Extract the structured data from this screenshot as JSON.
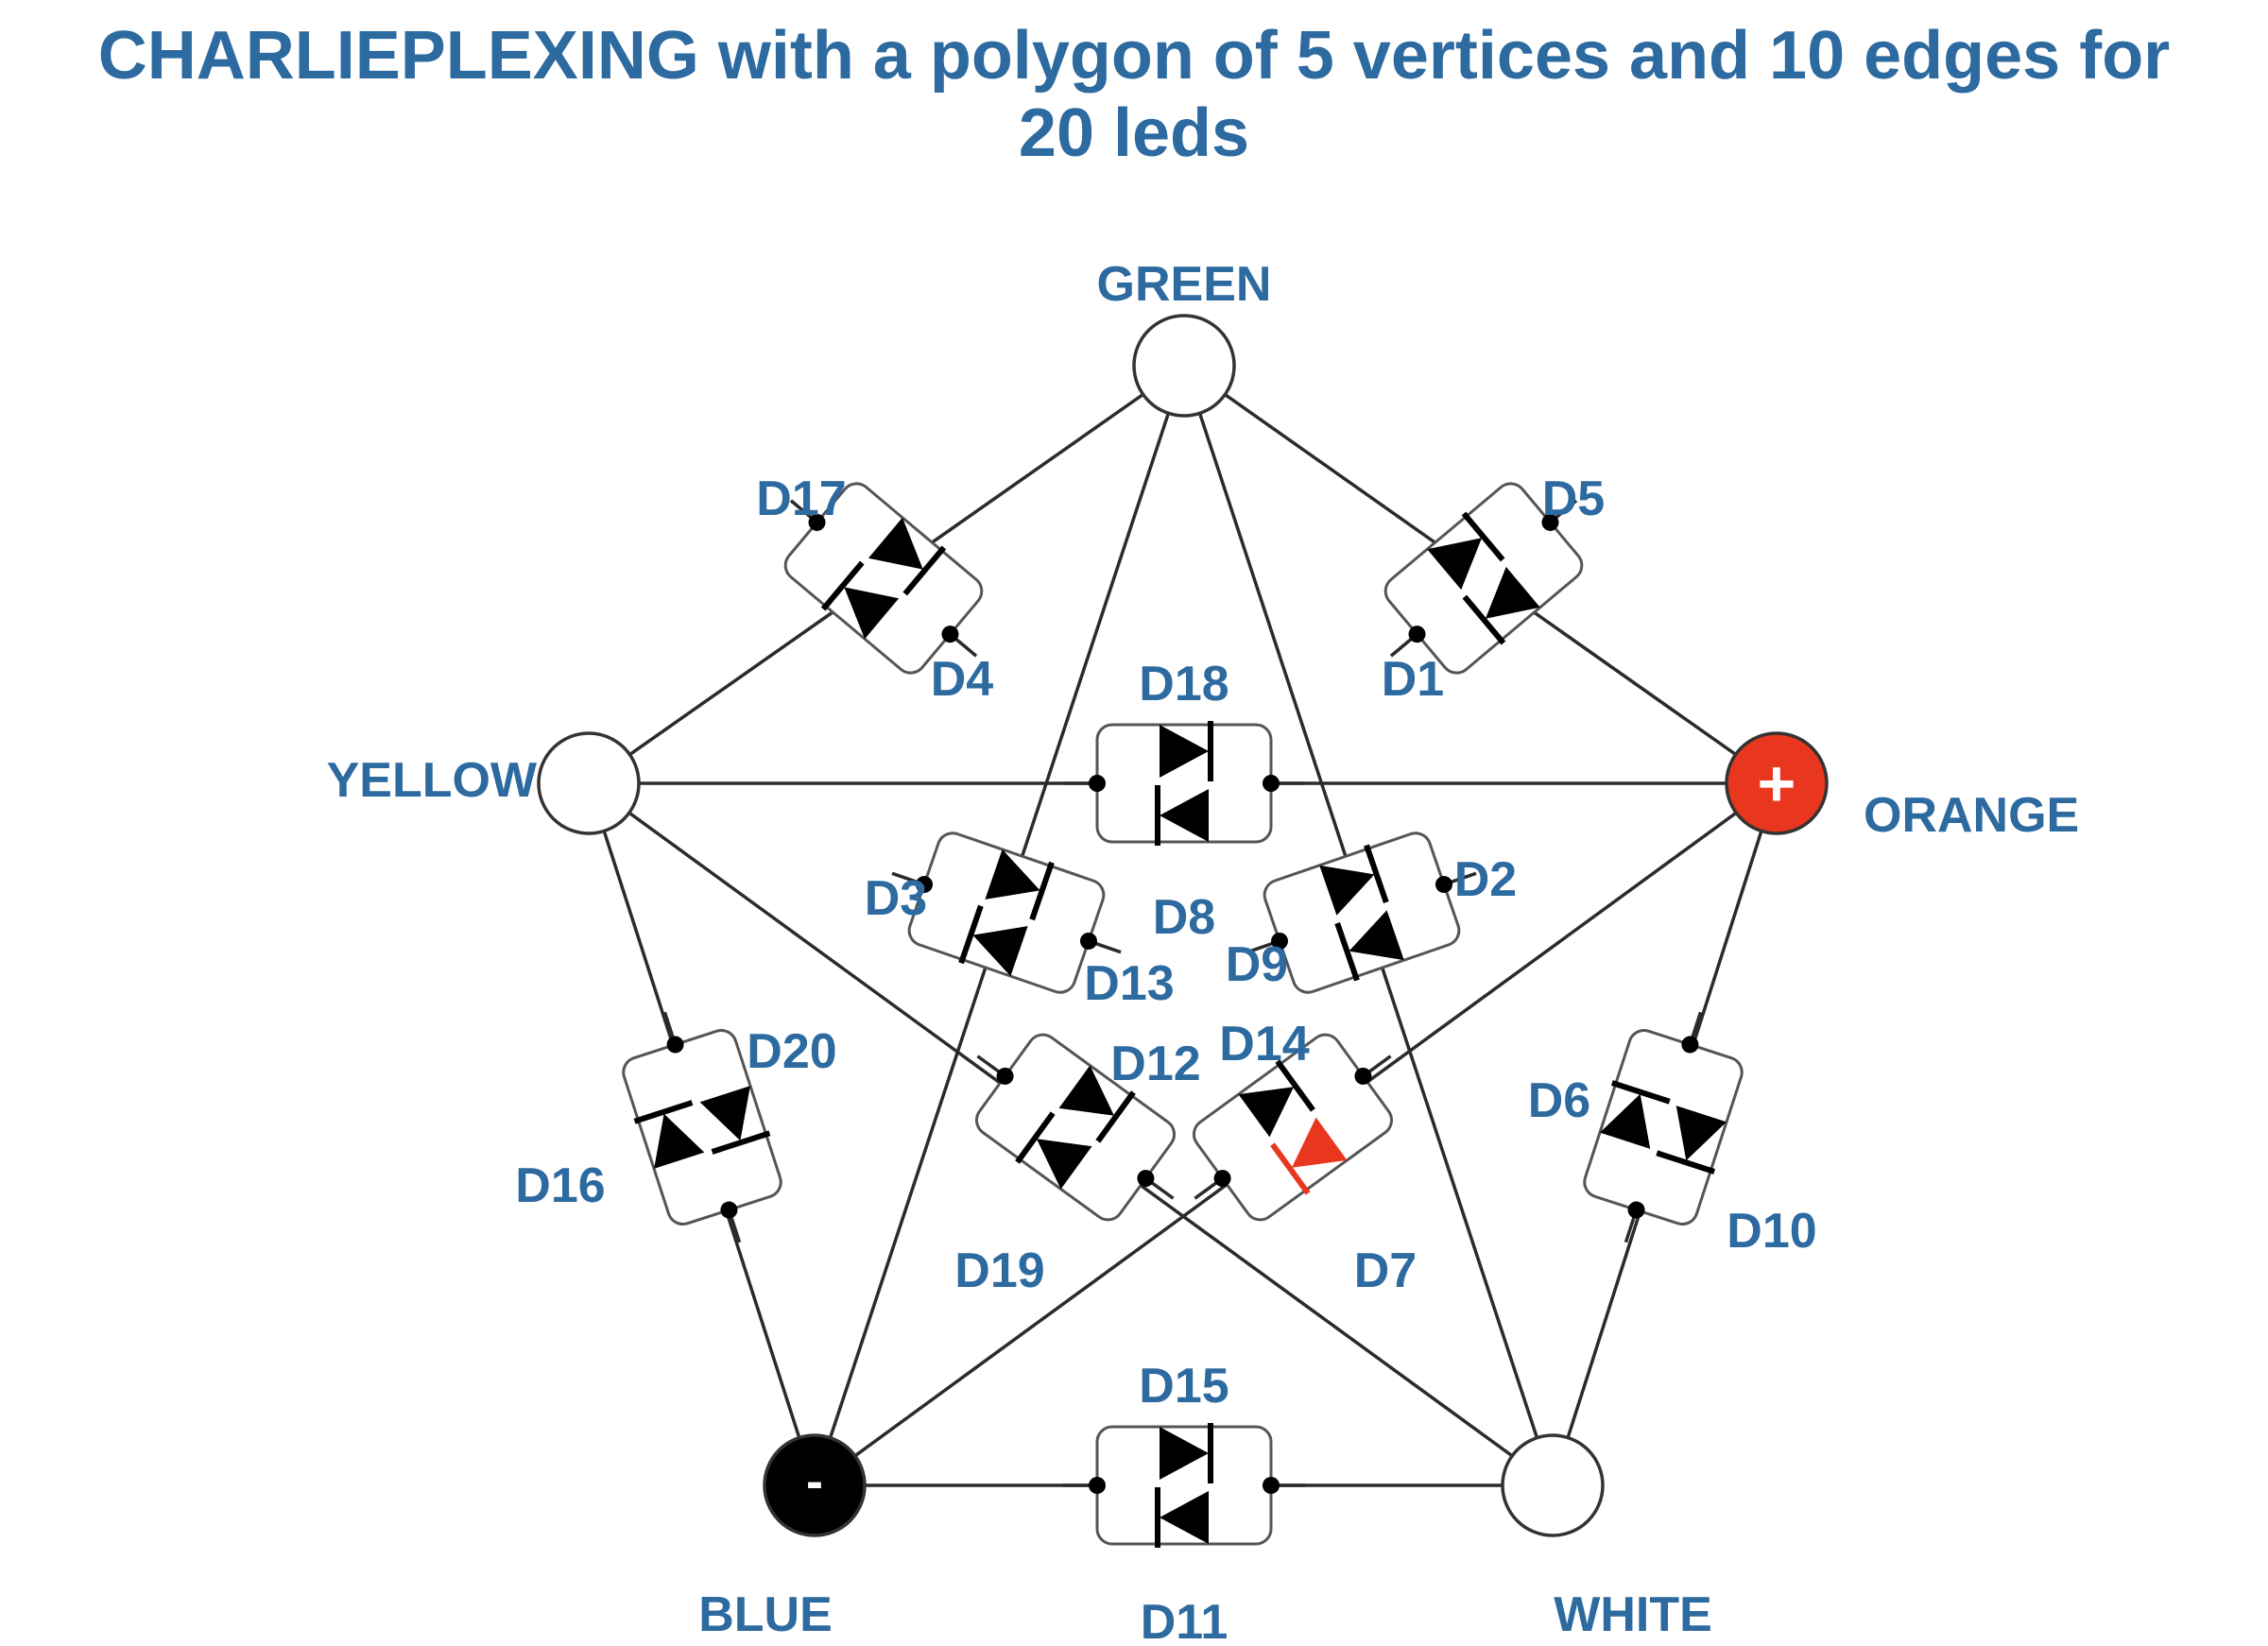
{
  "title": {
    "line1": "CHARLIEPLEXING with a polygon of 5 vertices and 10 edges for",
    "line2": "20 leds"
  },
  "colors": {
    "label": "#2d6a9f",
    "wire": "#2b2b2b",
    "active_led": "#e8371e",
    "positive_node": "#e8371e",
    "negative_node": "#000000"
  },
  "nodes": [
    {
      "id": "green",
      "label": "GREEN",
      "terminal": ""
    },
    {
      "id": "yellow",
      "label": "YELLOW",
      "terminal": ""
    },
    {
      "id": "orange",
      "label": "ORANGE",
      "terminal": "+"
    },
    {
      "id": "blue",
      "label": "BLUE",
      "terminal": "-"
    },
    {
      "id": "white",
      "label": "WHITE",
      "terminal": ""
    }
  ],
  "edges": [
    {
      "from": "green",
      "to": "yellow",
      "leds": [
        "D17",
        "D4"
      ]
    },
    {
      "from": "green",
      "to": "orange",
      "leds": [
        "D5",
        "D1"
      ]
    },
    {
      "from": "yellow",
      "to": "orange",
      "leds": [
        "D18",
        "D8"
      ]
    },
    {
      "from": "green",
      "to": "blue",
      "leds": [
        "D3",
        "D13"
      ]
    },
    {
      "from": "green",
      "to": "white",
      "leds": [
        "D2",
        "D9"
      ]
    },
    {
      "from": "yellow",
      "to": "blue",
      "leds": [
        "D20",
        "D16"
      ]
    },
    {
      "from": "orange",
      "to": "white",
      "leds": [
        "D6",
        "D10"
      ]
    },
    {
      "from": "yellow",
      "to": "white",
      "leds": [
        "D12",
        "D19"
      ]
    },
    {
      "from": "orange",
      "to": "blue",
      "leds": [
        "D14",
        "D7"
      ]
    },
    {
      "from": "blue",
      "to": "white",
      "leds": [
        "D15",
        "D11"
      ]
    }
  ],
  "active_led": "D7"
}
